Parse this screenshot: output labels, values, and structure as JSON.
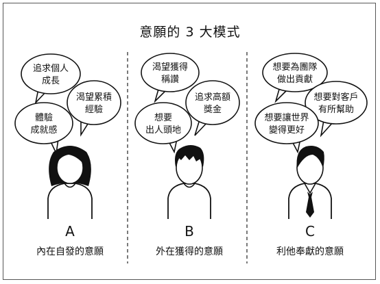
{
  "title": "意願的 3 大模式",
  "columns": [
    {
      "letter": "A",
      "caption": "內在自發的意願",
      "bubbles": [
        {
          "lines": [
            "追求個人",
            "成長"
          ]
        },
        {
          "lines": [
            "渴望累積",
            "經驗"
          ]
        },
        {
          "lines": [
            "體驗",
            "成就感"
          ]
        }
      ]
    },
    {
      "letter": "B",
      "caption": "外在獲得的意願",
      "bubbles": [
        {
          "lines": [
            "渴望獲得",
            "稱讚"
          ]
        },
        {
          "lines": [
            "追求高額",
            "獎金"
          ]
        },
        {
          "lines": [
            "想要",
            "出人頭地"
          ]
        }
      ]
    },
    {
      "letter": "C",
      "caption": "利他奉獻的意願",
      "bubbles": [
        {
          "lines": [
            "想要為團隊",
            "做出貢獻"
          ]
        },
        {
          "lines": [
            "想要對客戶",
            "有所幫助"
          ]
        },
        {
          "lines": [
            "想要讓世界",
            "變得更好"
          ]
        }
      ]
    }
  ]
}
